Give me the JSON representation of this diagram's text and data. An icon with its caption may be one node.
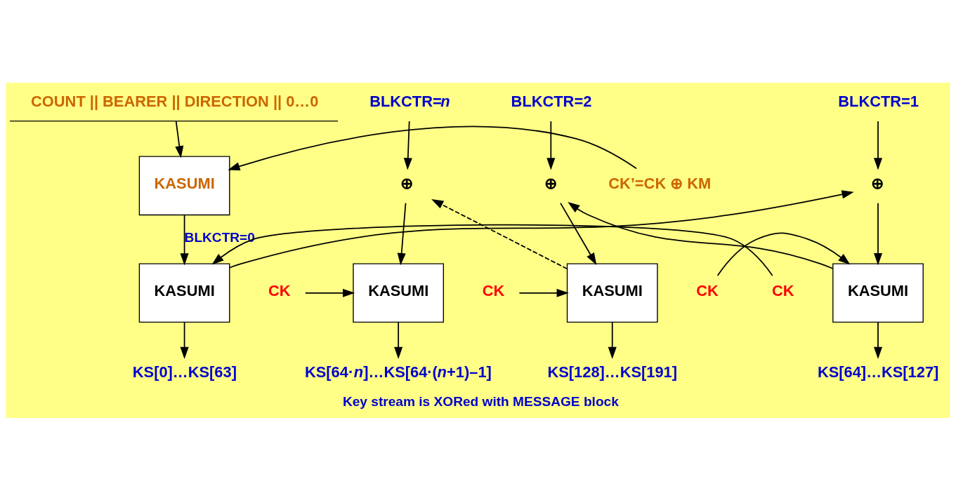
{
  "diagram": {
    "caption": "Key stream is XORed with MESSAGE block",
    "nodes": [
      {
        "text": [
          "COUNT || BEARER || DIRECTION || 0…0"
        ]
      },
      {
        "text": [
          "CK’=CK ⊕ KM"
        ]
      },
      {
        "text": [
          "KASUMI"
        ]
      },
      {
        "text": [
          "BLKCTR=1"
        ]
      },
      {
        "text": [
          "BLKCTR=2"
        ]
      },
      {
        "text": [
          "BLKCTR=*n*"
        ]
      },
      {
        "text": [
          "⊕"
        ]
      },
      {
        "text": [
          "⊕"
        ]
      },
      {
        "text": [
          "⊕"
        ]
      },
      {
        "text": [
          "CK"
        ]
      },
      {
        "text": [
          "KASUMI"
        ]
      },
      {
        "text": [
          "CK"
        ]
      },
      {
        "text": [
          "KASUMI"
        ]
      },
      {
        "text": [
          "CK"
        ]
      },
      {
        "text": [
          "KASUMI"
        ]
      },
      {
        "text": [
          "CK"
        ]
      },
      {
        "text": [
          "KASUMI"
        ]
      },
      {
        "text": [
          "KS[0]…KS[63]"
        ]
      },
      {
        "text": [
          "KS[64]…KS[127]"
        ]
      },
      {
        "text": [
          "KS[128]…KS[191]"
        ]
      },
      {
        "text": [
          "KS[64·*n*]…KS[64·(*n*+1)–1]"
        ]
      }
    ],
    "edges": [
      {
        "from": 0,
        "to": 2,
        "arrow": "to"
      },
      {
        "from": 1,
        "to": 2,
        "arrow": "to"
      },
      {
        "from": 2,
        "to": 10,
        "arrow": "to",
        "label": "BLKCTR=0"
      },
      {
        "from": 3,
        "to": 6,
        "arrow": "to"
      },
      {
        "from": 4,
        "to": 7,
        "arrow": "to"
      },
      {
        "from": 5,
        "to": 8,
        "arrow": "to"
      },
      {
        "from": 6,
        "to": 12,
        "arrow": "to"
      },
      {
        "from": 7,
        "to": 14,
        "arrow": "to"
      },
      {
        "from": 8,
        "to": 16,
        "arrow": "to"
      },
      {
        "from": 9,
        "to": 10,
        "arrow": "to"
      },
      {
        "from": 11,
        "to": 12,
        "arrow": "to"
      },
      {
        "from": 13,
        "to": 14,
        "arrow": "to"
      },
      {
        "from": 15,
        "to": 16,
        "arrow": "to"
      },
      {
        "from": 10,
        "to": 17,
        "arrow": "to"
      },
      {
        "from": 10,
        "to": 6,
        "arrow": "to"
      },
      {
        "from": 12,
        "to": 18,
        "arrow": "to"
      },
      {
        "from": 12,
        "to": 7,
        "arrow": "to"
      },
      {
        "from": 14,
        "to": 19,
        "arrow": "to"
      },
      {
        "from": 14,
        "to": 8,
        "arrow": "to",
        "style": "dashed"
      },
      {
        "from": 16,
        "to": 20,
        "arrow": "to"
      }
    ]
  }
}
